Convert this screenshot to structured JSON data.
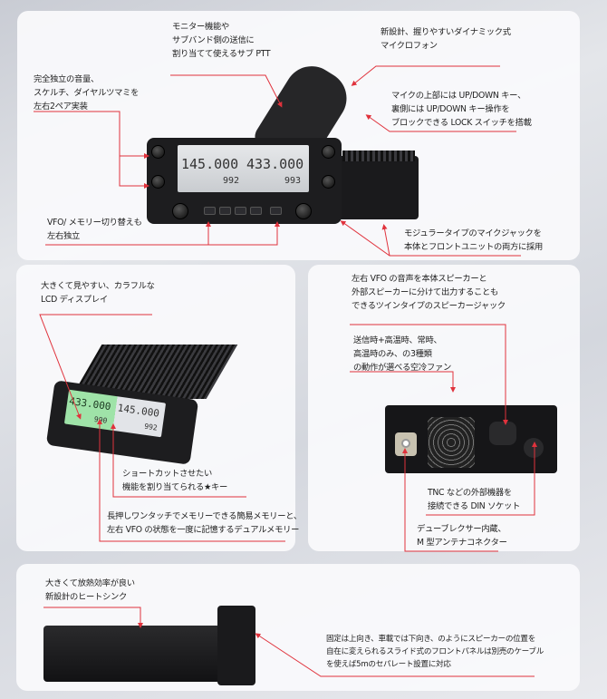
{
  "panel_top": {
    "callouts": {
      "sub_ptt": [
        "モニター機能や",
        "サブバンド側の送信に",
        "割り当てて使えるサブ PTT"
      ],
      "microphone": [
        "新設計、握りやすいダイナミック式",
        "マイクロフォン"
      ],
      "knobs": [
        "完全独立の音量、",
        "スケルチ、ダイヤルツマミを",
        "左右2ペア実装"
      ],
      "lock_switch": [
        "マイクの上部には UP/DOWN キー、",
        "裏側には UP/DOWN キー操作を",
        "ブロックできる LOCK スイッチを搭載"
      ],
      "vfo_memory": [
        "VFO/ メモリー切り替えも",
        "左右独立"
      ],
      "mic_jack": [
        "モジュラータイプのマイクジャックを",
        "本体とフロントユニットの両方に採用"
      ]
    },
    "lcd": {
      "left_freq": "145.000",
      "right_freq": "433.000",
      "left_ch": "992",
      "right_ch": "993"
    }
  },
  "panel_lcd": {
    "callouts": {
      "display": [
        "大きくて見やすい、カラフルな",
        "LCD ディスプレイ"
      ],
      "star_key": [
        "ショートカットさせたい",
        "機能を割り当てられる★キー"
      ],
      "dual_memory": [
        "長押しワンタッチでメモリーできる簡易メモリーと、",
        "左右 VFO の状態を一度に記憶するデュアルメモリー"
      ]
    },
    "lcd": {
      "left_freq": "433.000",
      "right_freq": "145.000",
      "left_ch": "990",
      "right_ch": "992"
    }
  },
  "panel_rear": {
    "callouts": {
      "speaker_jack": [
        "左右 VFO の音声を本体スピーカーと",
        "外部スピーカーに分けて出力することも",
        "できるツインタイプのスピーカージャック"
      ],
      "fan": [
        "送信時+高温時、常時、",
        "高温時のみ、の3種類",
        "の動作が選べる空冷ファン"
      ],
      "din_socket": [
        "TNC などの外部機器を",
        "接続できる DIN ソケット"
      ],
      "antenna": [
        "デューブレクサー内蔵、",
        "M 型アンテナコネクター"
      ]
    }
  },
  "panel_side": {
    "callouts": {
      "heatsink": [
        "大きくて放熱効率が良い",
        "新設計のヒートシンク"
      ],
      "front_panel": [
        "固定は上向き、車載では下向き、のようにスピーカーの位置を",
        "自在に変えられるスライド式のフロントパネルは別売のケーブル",
        "を使えば5mのセパレート設置に対応"
      ]
    }
  },
  "colors": {
    "callout_line": "#e0323c",
    "device": "#1d1d1f",
    "lcd_green": "#9fe3a8"
  }
}
